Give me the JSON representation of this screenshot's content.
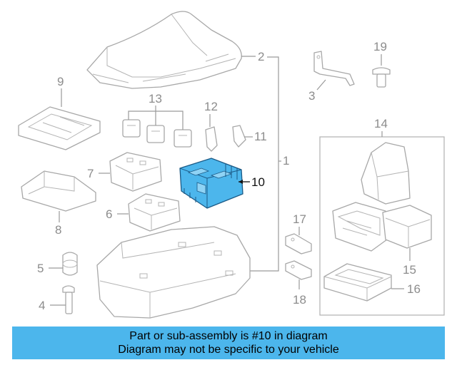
{
  "diagram": {
    "callouts": [
      "1",
      "2",
      "3",
      "4",
      "5",
      "6",
      "7",
      "8",
      "9",
      "10",
      "11",
      "12",
      "13",
      "14",
      "15",
      "16",
      "17",
      "18",
      "19"
    ],
    "highlight_color": "#4cb6ec"
  },
  "banner": {
    "line1": "Part or sub-assembly is #10 in diagram",
    "line2": "Diagram may not be specific to your vehicle"
  }
}
